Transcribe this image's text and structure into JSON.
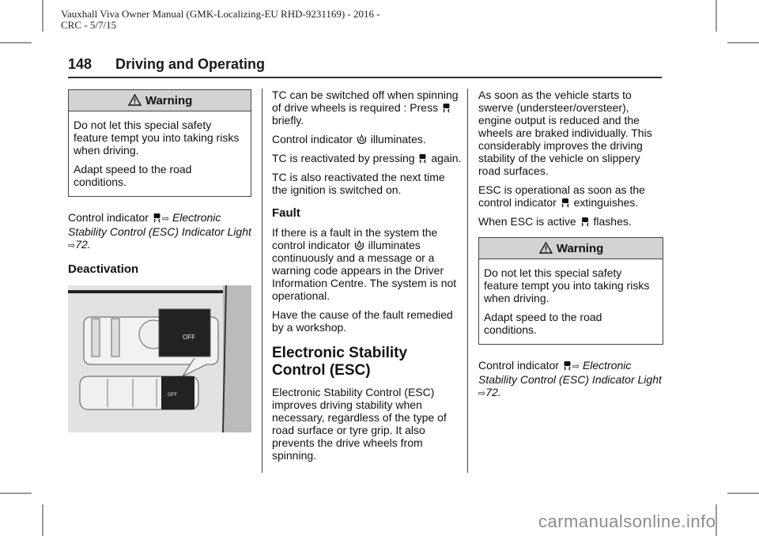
{
  "header": {
    "line1": "Vauxhall Viva Owner Manual (GMK-Localizing-EU RHD-9231169) - 2016 -",
    "line2": "CRC - 5/7/15"
  },
  "page": {
    "number": "148",
    "section_title": "Driving and Operating"
  },
  "col1": {
    "warning": {
      "title": "Warning",
      "icon": "warning-triangle-icon",
      "para1": "Do not let this special safety feature tempt you into taking risks when driving.",
      "para2": "Adapt speed to the road conditions."
    },
    "control_indicator": {
      "prefix": "Control indicator",
      "icon": "esc-skid-icon",
      "ref_icon": "reference-arrow-icon",
      "link_text": "Electronic Stability Control (ESC) Indicator Light",
      "page_ref": "72."
    },
    "deactivation_heading": "Deactivation",
    "figure": {
      "description": "ESC OFF button on dashboard",
      "button_label": "OFF"
    }
  },
  "col2": {
    "p1_a": "TC can be switched off when spinning of drive wheels is required : Press",
    "p1_b": "briefly.",
    "p2_a": "Control indicator",
    "p2_b": "illuminates.",
    "p3_a": "TC is reactivated by pressing",
    "p3_b": "again.",
    "p4": "TC is also reactivated the next time the ignition is switched on.",
    "fault_heading": "Fault",
    "fault_p1_a": "If there is a fault in the system the control indicator",
    "fault_p1_b": "illuminates continuously and a message or a warning code appears in the Driver Information Centre. The system is not operational.",
    "fault_p2": "Have the cause of the fault remedied by a workshop.",
    "esc_heading": "Electronic Stability Control (ESC)",
    "esc_p1": "Electronic Stability Control (ESC) improves driving stability when necessary, regardless of the type of road surface or tyre grip. It also prevents the drive wheels from spinning."
  },
  "col3": {
    "p1": "As soon as the vehicle starts to swerve (understeer/oversteer), engine output is reduced and the wheels are braked individually. This considerably improves the driving stability of the vehicle on slippery road surfaces.",
    "p2_a": "ESC is operational as soon as the control indicator",
    "p2_b": "extinguishes.",
    "p3_a": "When ESC is active",
    "p3_b": "flashes.",
    "warning": {
      "title": "Warning",
      "para1": "Do not let this special safety feature tempt you into taking risks when driving.",
      "para2": "Adapt speed to the road conditions."
    },
    "control_indicator": {
      "prefix": "Control indicator",
      "link_text": "Electronic Stability Control (ESC) Indicator Light",
      "page_ref": "72."
    }
  },
  "watermark": "carmanualsonline.info",
  "colors": {
    "warning_header_bg": "#d3d3d3",
    "text": "#111111",
    "watermark": "#8c8c8c"
  }
}
